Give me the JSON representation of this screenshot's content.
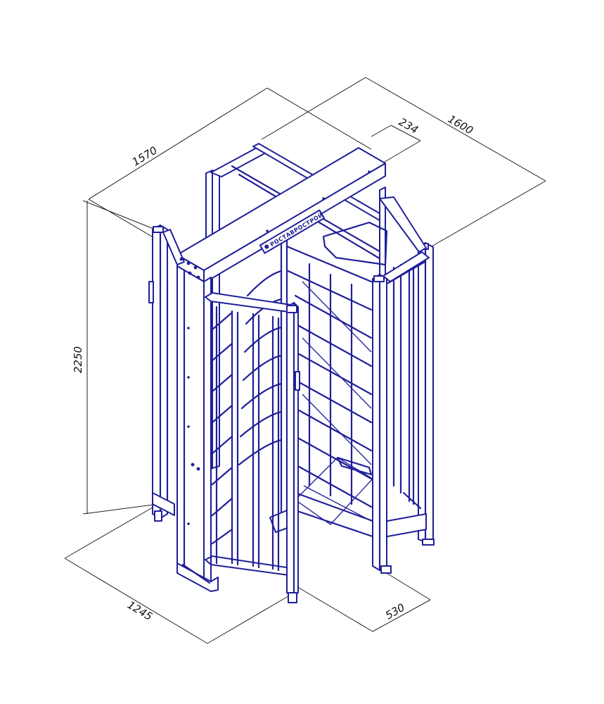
{
  "brand": {
    "label": "РОСТАВРОСТРОЙ"
  },
  "dimensions": {
    "height": "2250",
    "depth": "1570",
    "width_top": "1600",
    "canopy_offset": "234",
    "base_left": "1245",
    "base_right": "530"
  },
  "colors": {
    "line": "#1f1f99",
    "dimension": "#222222",
    "background": "#ffffff"
  }
}
